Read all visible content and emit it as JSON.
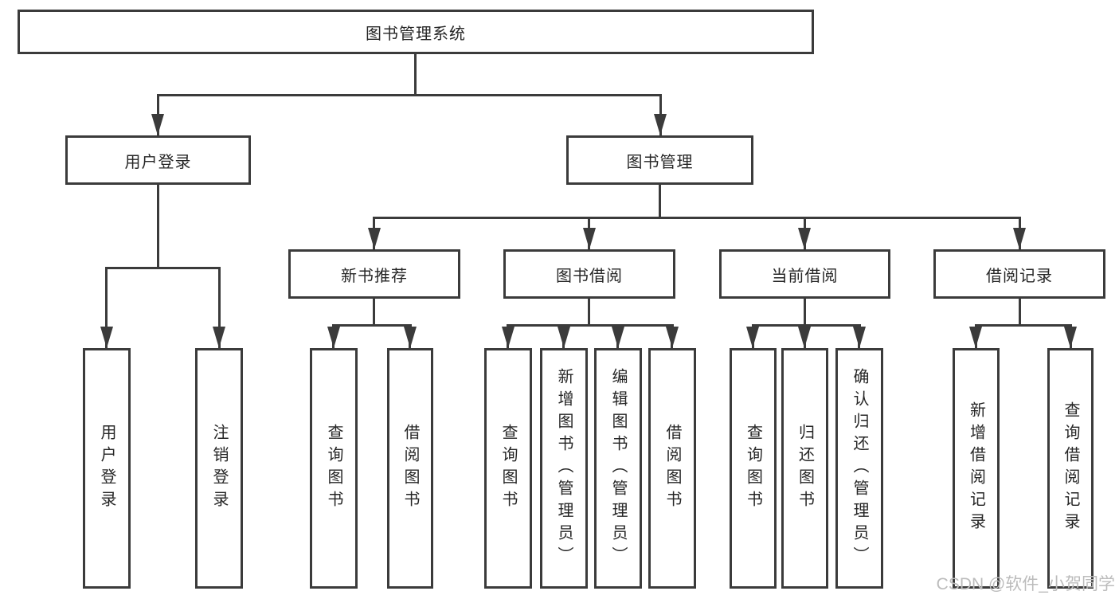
{
  "tree": {
    "label": "图书管理系统",
    "children": [
      {
        "label": "用户登录",
        "children": [
          {
            "label": "用户登录"
          },
          {
            "label": "注销登录"
          }
        ]
      },
      {
        "label": "图书管理",
        "children": [
          {
            "label": "新书推荐",
            "children": [
              {
                "label": "查询图书"
              },
              {
                "label": "借阅图书"
              }
            ]
          },
          {
            "label": "图书借阅",
            "children": [
              {
                "label": "查询图书"
              },
              {
                "label": "新增图书（管理员）"
              },
              {
                "label": "编辑图书（管理员）"
              },
              {
                "label": "借阅图书"
              }
            ]
          },
          {
            "label": "当前借阅",
            "children": [
              {
                "label": "查询图书"
              },
              {
                "label": "归还图书"
              },
              {
                "label": "确认归还（管理员）"
              }
            ]
          },
          {
            "label": "借阅记录",
            "children": [
              {
                "label": "新增借阅记录"
              },
              {
                "label": "查询借阅记录"
              }
            ]
          }
        ]
      }
    ]
  },
  "watermark": {
    "text": "CSDN @软件_小贺同学"
  },
  "colors": {
    "line": "#3b3b3b",
    "text": "#262626",
    "background": "#ffffff",
    "watermark": "#bcbcbc"
  }
}
